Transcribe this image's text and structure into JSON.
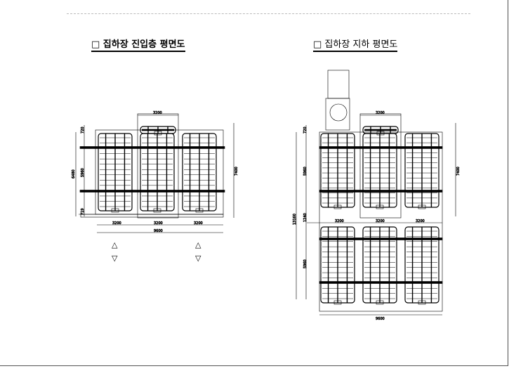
{
  "left_plan": {
    "title": "□ 집하장 진입층 평면도",
    "dims": {
      "top_center": "3200",
      "top_offset": "720",
      "height_inner": "5960",
      "height_total": "6480",
      "height_right": "7400",
      "bottom_offset": "719",
      "bay1": "3200",
      "bay2": "3200",
      "bay3": "3200",
      "total_width": "9600"
    },
    "arrows": [
      "△",
      "▽",
      "△",
      "▽"
    ]
  },
  "right_plan": {
    "title": "□ 집하장 지하 평면도",
    "dims": {
      "top_center": "3200",
      "top_offset": "720",
      "height_upper": "5960",
      "height_right": "7400",
      "gap": "1240",
      "total_height": "13160",
      "bay1": "3200",
      "bay2": "3200",
      "bay3": "3200",
      "height_lower": "5960",
      "total_width": "9600"
    }
  }
}
